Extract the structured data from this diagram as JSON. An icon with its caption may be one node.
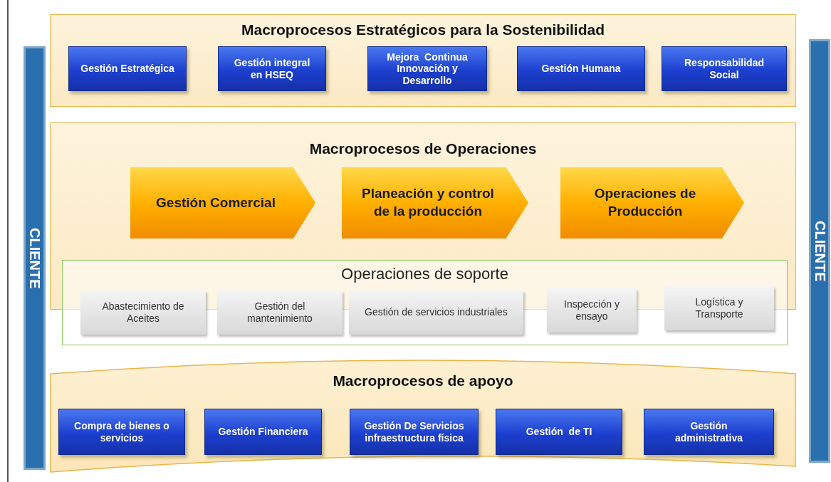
{
  "diagram": {
    "nodes": [
      {
        "text": [
          "CLIENTE"
        ]
      },
      {
        "text": [
          "Macroprocesos Estratégicos para la Sostenibilidad"
        ]
      },
      {
        "text": [
          "Gestión Estratégica"
        ],
        "in": 1
      },
      {
        "text": [
          "Gestión integral en HSEQ"
        ],
        "in": 1
      },
      {
        "text": [
          "Mejora  Continua Innovación y Desarrollo"
        ],
        "in": 1
      },
      {
        "text": [
          "Gestión Humana"
        ],
        "in": 1
      },
      {
        "text": [
          "Responsabilidad Social"
        ],
        "in": 1
      },
      {
        "text": [
          "Macroprocesos de Operaciones"
        ]
      },
      {
        "text": [
          "Gestión Comercial"
        ],
        "in": 7
      },
      {
        "text": [
          "Planeación y control de la producción"
        ],
        "in": 7
      },
      {
        "text": [
          "Operaciones de Producción"
        ],
        "in": 7
      },
      {
        "text": [
          "Operaciones de soporte"
        ]
      },
      {
        "text": [
          "Abastecimiento de Aceites"
        ],
        "in": 11
      },
      {
        "text": [
          "Gestión del mantenimiento"
        ],
        "in": 11
      },
      {
        "text": [
          "Gestión de servicios industriales"
        ],
        "in": 11
      },
      {
        "text": [
          "Inspección y ensayo"
        ],
        "in": 11
      },
      {
        "text": [
          "Logística y Transporte"
        ],
        "in": 11
      },
      {
        "text": [
          "Macroprocesos de apoyo"
        ]
      },
      {
        "text": [
          "Compra de bienes o servicios"
        ],
        "in": 17
      },
      {
        "text": [
          "Gestión Financiera"
        ],
        "in": 17
      },
      {
        "text": [
          "Gestión De Servicios infraestructura física"
        ],
        "in": 17
      },
      {
        "text": [
          "Gestión  de TI"
        ],
        "in": 17
      },
      {
        "text": [
          "Gestión administrativa"
        ],
        "in": 17
      },
      {
        "text": [
          "CLIENTE"
        ]
      }
    ]
  }
}
